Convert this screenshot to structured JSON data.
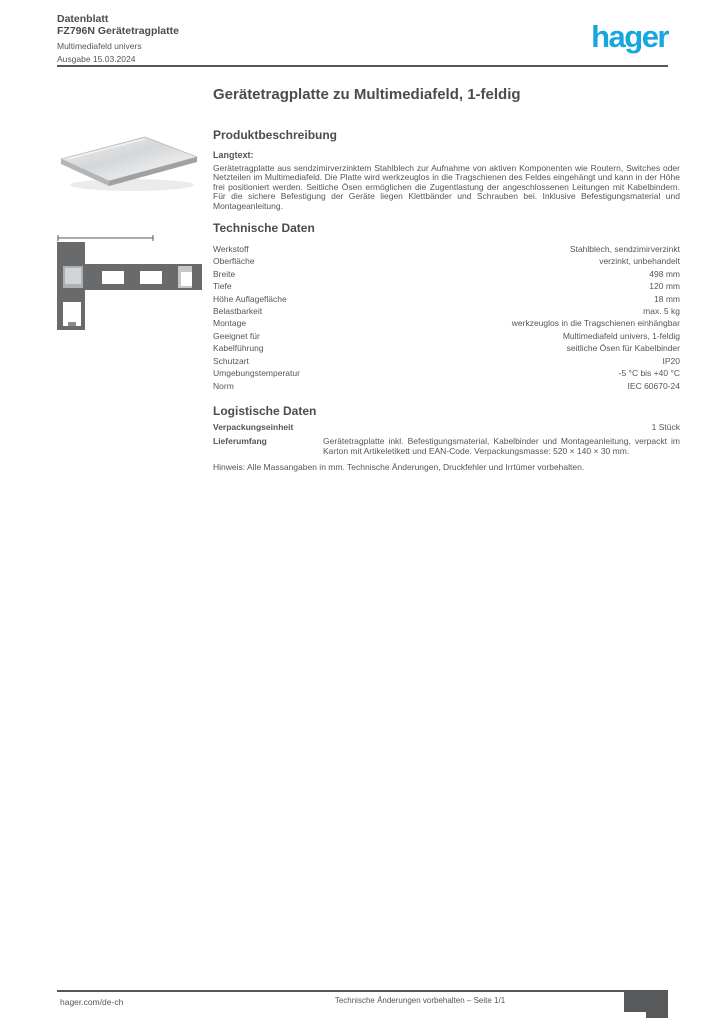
{
  "brand": {
    "logo_text": "hager",
    "logo_color": "#18a6de"
  },
  "header": {
    "line1": "Datenblatt",
    "line2": "FZ796N Gerätetragplatte",
    "line3": "Multimediafeld univers",
    "line4": "Ausgabe 15.03.2024"
  },
  "title": "Gerätetragplatte zu Multimediafeld, 1-feldig",
  "description": {
    "heading": "Produktbeschreibung",
    "sublabel": "Langtext:",
    "text": "Gerätetragplatte aus sendzimirverzinktem Stahlblech zur Aufnahme von aktiven Komponenten wie Routern, Switches oder Netzteilen im Multimediafeld. Die Platte wird werkzeuglos in die Tragschienen des Feldes eingehängt und kann in der Höhe frei positioniert werden. Seitliche Ösen ermöglichen die Zugentlastung der angeschlossenen Leitungen mit Kabelbindern. Für die sichere Befestigung der Geräte liegen Klettbänder und Schrauben bei. Inklusive Befestigungsmaterial und Montageanleitung."
  },
  "technical": {
    "heading": "Technische Daten",
    "rows": [
      {
        "label": "Werkstoff",
        "value": "Stahlblech, sendzimirverzinkt"
      },
      {
        "label": "Oberfläche",
        "value": "verzinkt, unbehandelt"
      },
      {
        "label": "Breite",
        "value": "498 mm"
      },
      {
        "label": "Tiefe",
        "value": "120 mm"
      },
      {
        "label": "Höhe Auflagefläche",
        "value": "18 mm"
      },
      {
        "label": "Belastbarkeit",
        "value": "max. 5 kg"
      },
      {
        "label": "Montage",
        "value": "werkzeuglos in die Tragschienen einhängbar"
      },
      {
        "label": "Geeignet für",
        "value": "Multimediafeld univers, 1-feldig"
      },
      {
        "label": "Kabelführung",
        "value": "seitliche Ösen für Kabelbinder"
      },
      {
        "label": "Schutzart",
        "value": "IP20"
      },
      {
        "label": "Umgebungstemperatur",
        "value": "-5 °C bis +40 °C"
      },
      {
        "label": "Norm",
        "value": "IEC 60670-24"
      }
    ]
  },
  "logistics": {
    "heading": "Logistische Daten",
    "row1": {
      "label": "Verpackungseinheit",
      "value": "1 Stück"
    },
    "row2": {
      "label": "Lieferumfang",
      "value": "Gerätetragplatte inkl. Befestigungsmaterial, Kabelbinder und Montageanleitung, verpackt im Karton mit Artikeletikett und EAN-Code. Verpackungsmasse: 520 × 140 × 30 mm."
    },
    "note": "Hinweis: Alle Massangaben in mm. Technische Änderungen, Druckfehler und Irrtümer vorbehalten."
  },
  "footer": {
    "left": "hager.com/de-ch",
    "center": "Technische Änderungen vorbehalten – Seite 1/1"
  }
}
